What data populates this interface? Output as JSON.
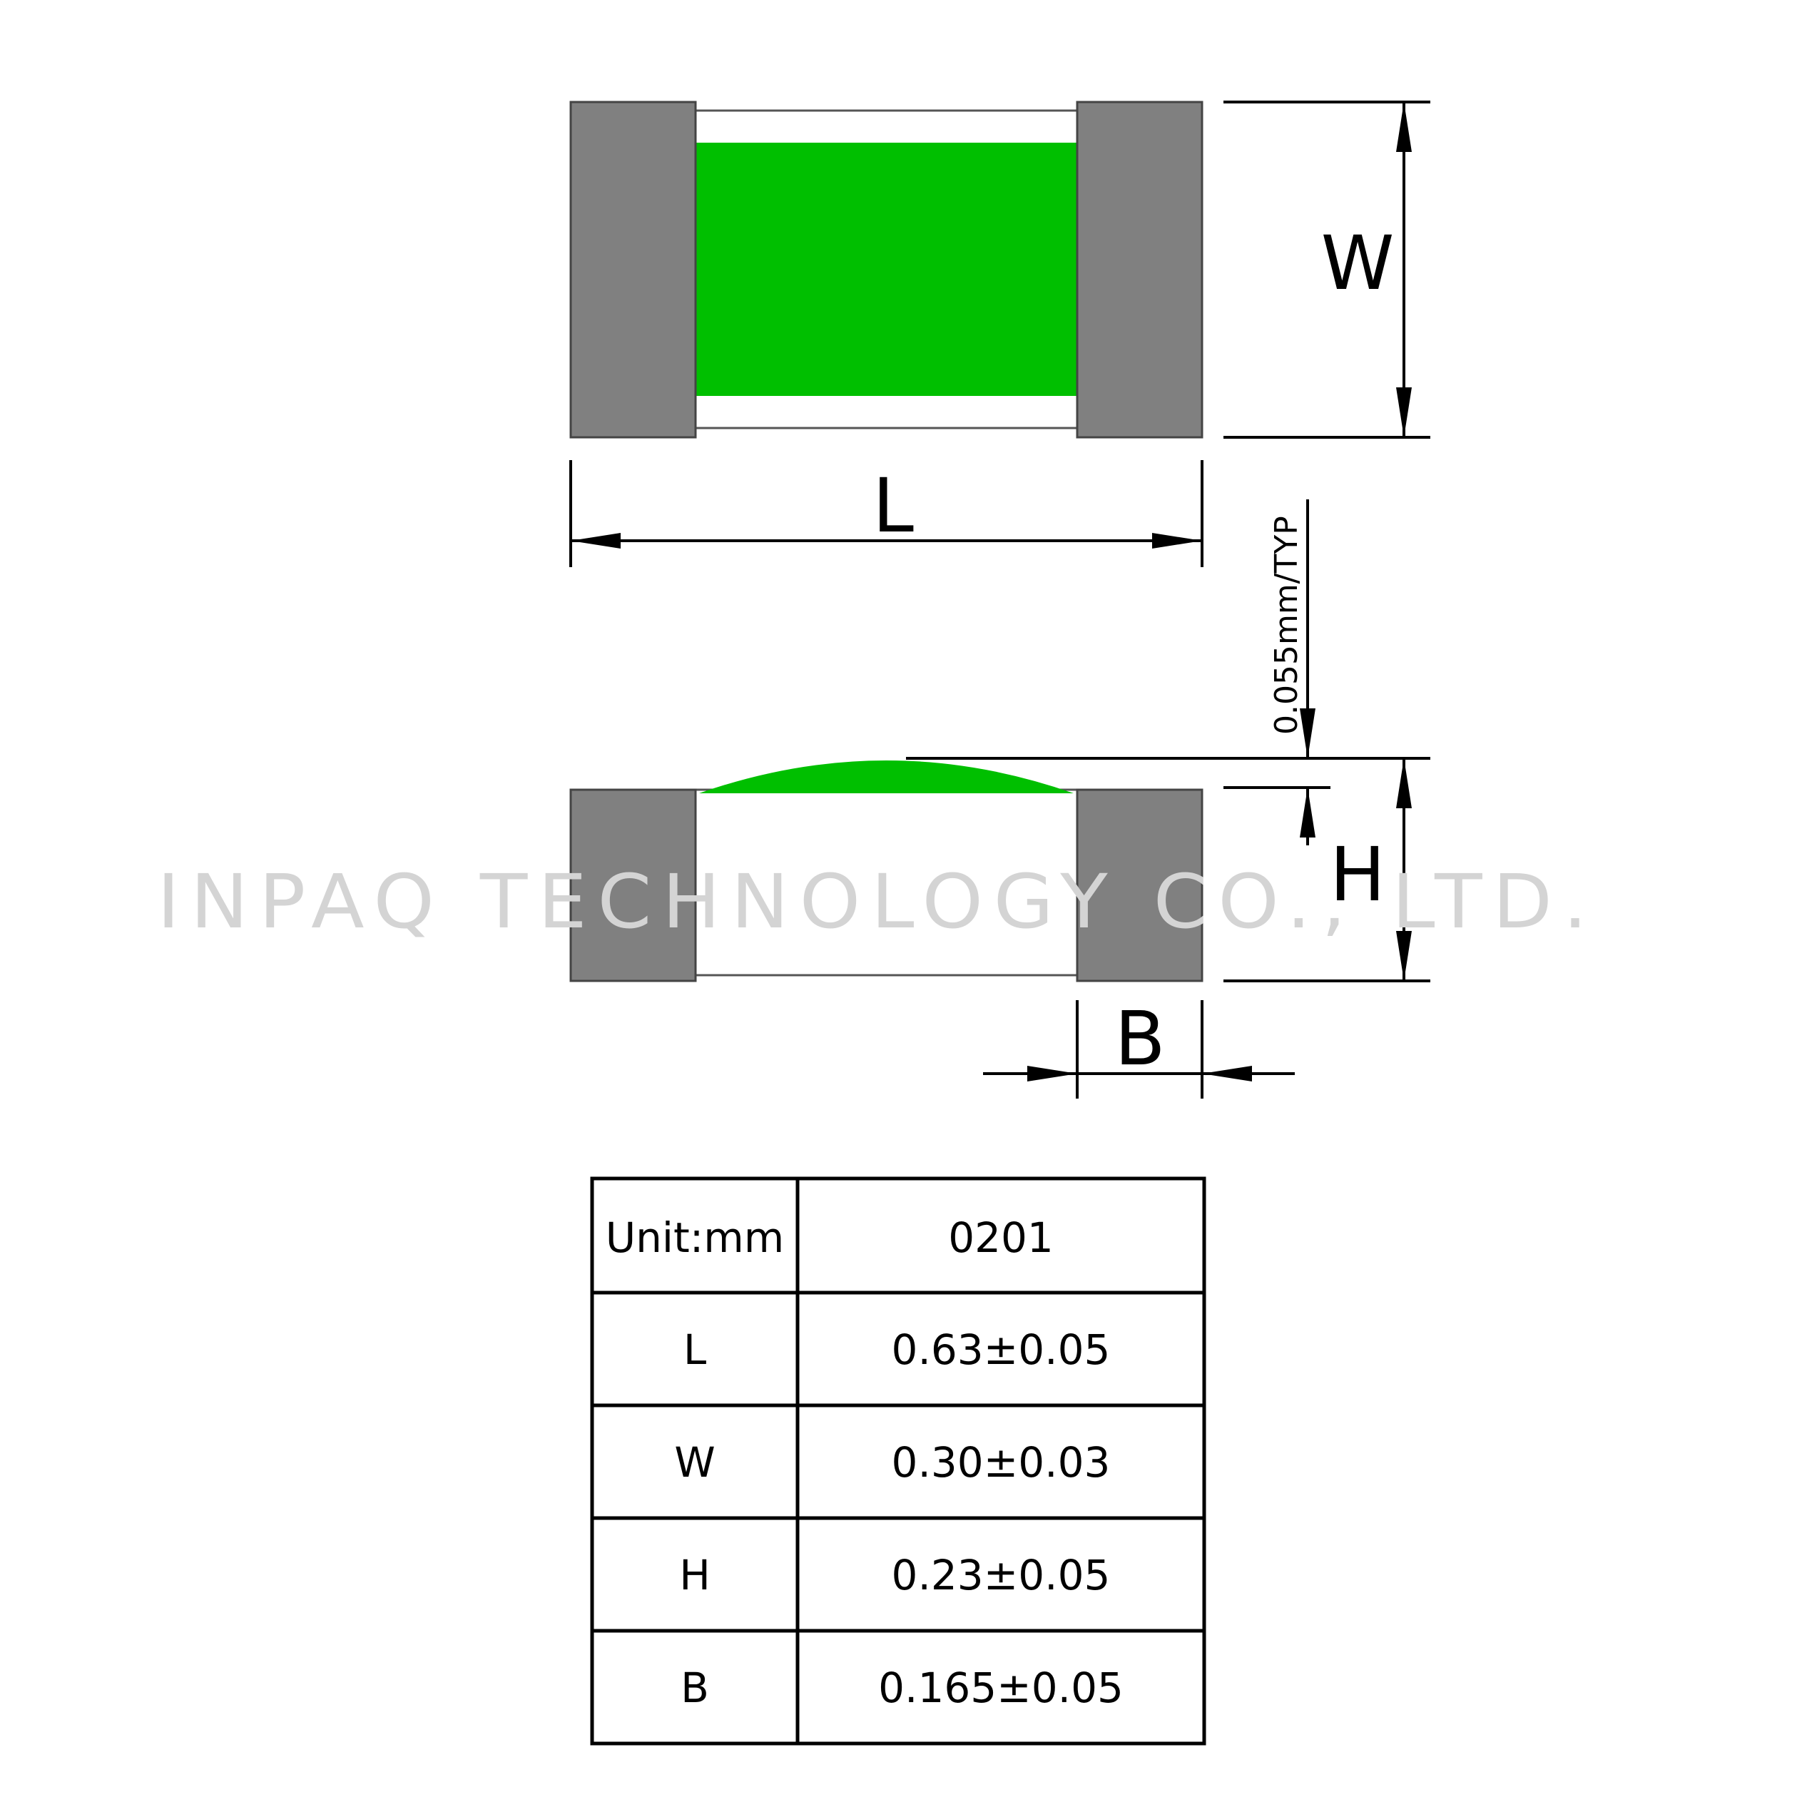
{
  "diagram": {
    "labels": {
      "width": "W",
      "length": "L",
      "height": "H",
      "band": "B",
      "overcoat": "0.055mm/TYP"
    },
    "watermark": "INPAQ TECHNOLOGY CO., LTD.",
    "colors": {
      "terminal": "#808080",
      "resistive_layer": "#00bf00",
      "outline": "#000000",
      "watermark": "#d4d4d4"
    }
  },
  "table": {
    "header": [
      "Unit:mm",
      "0201"
    ],
    "rows": [
      [
        "L",
        "0.63±0.05"
      ],
      [
        "W",
        "0.30±0.03"
      ],
      [
        "H",
        "0.23±0.05"
      ],
      [
        "B",
        "0.165±0.05"
      ]
    ]
  }
}
